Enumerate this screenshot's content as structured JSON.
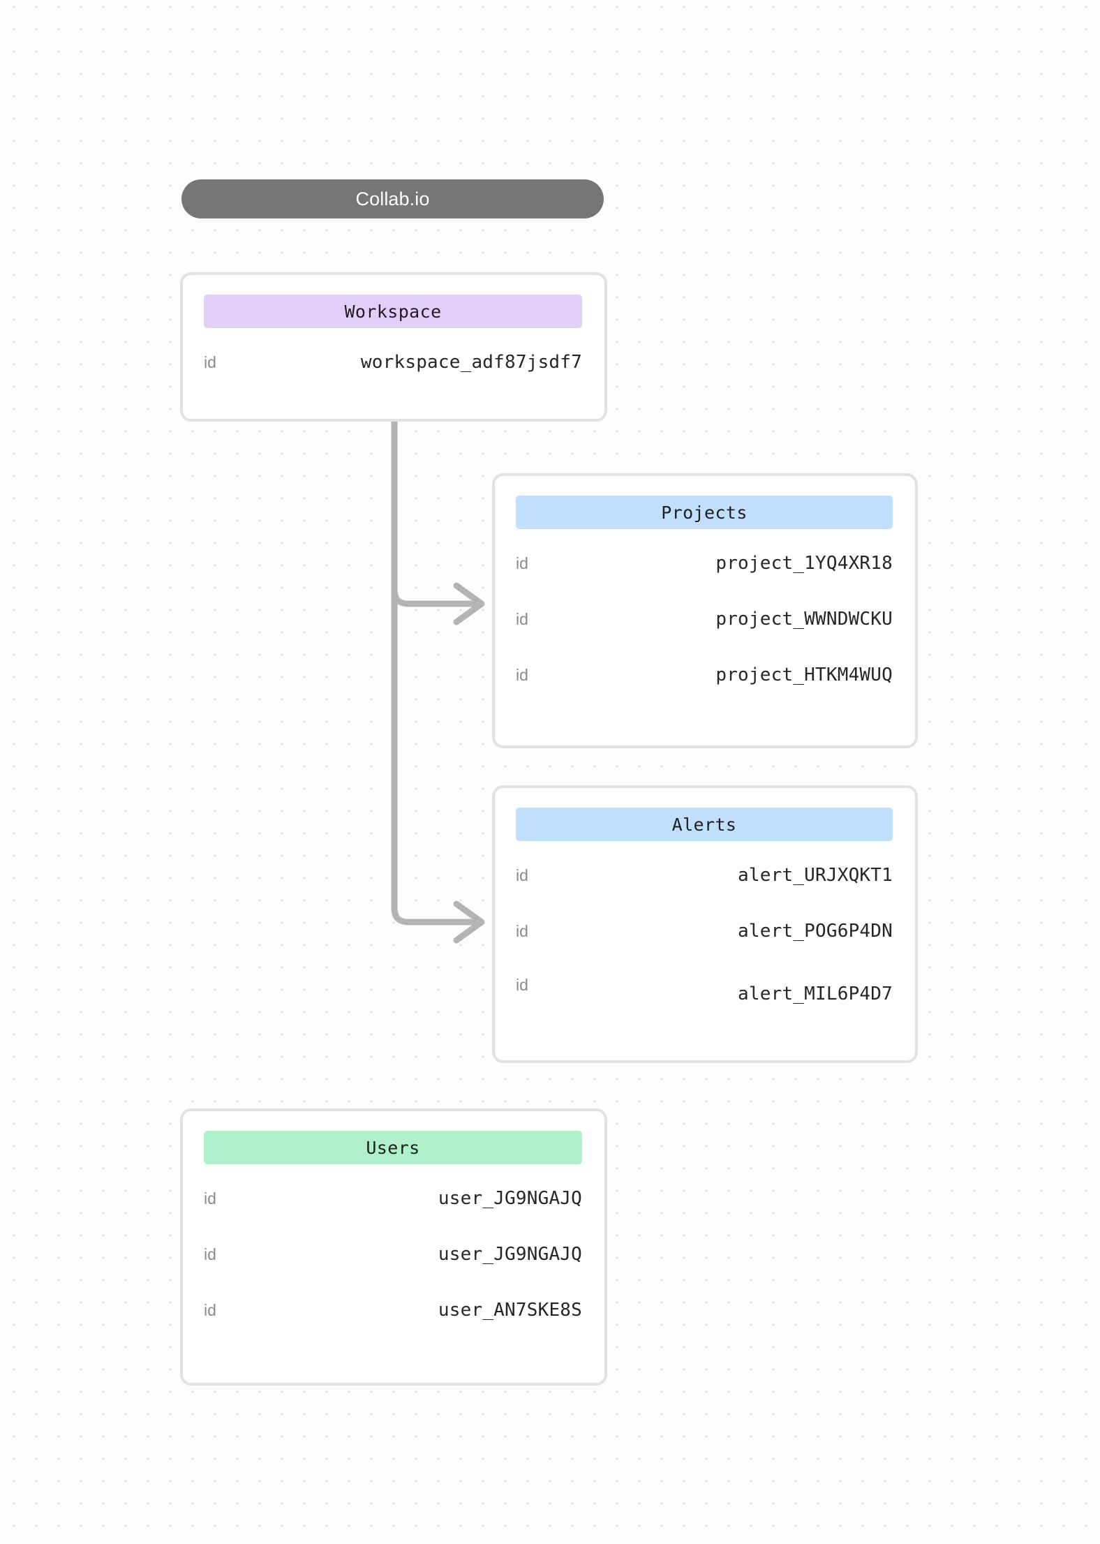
{
  "app": {
    "title": "Collab.io"
  },
  "diagram": {
    "entities": [
      {
        "name": "workspace",
        "title": "Workspace",
        "accent": "#e1cffa",
        "rows": [
          {
            "key": "id",
            "value": "workspace_adf87jsdf7"
          }
        ]
      },
      {
        "name": "projects",
        "title": "Projects",
        "accent": "#bfdffd",
        "rows": [
          {
            "key": "id",
            "value": "project_1YQ4XR18"
          },
          {
            "key": "id",
            "value": "project_WWNDWCKU"
          },
          {
            "key": "id",
            "value": "project_HTKM4WUQ"
          }
        ]
      },
      {
        "name": "alerts",
        "title": "Alerts",
        "accent": "#bfdffd",
        "rows": [
          {
            "key": "id",
            "value": "alert_URJXQKT1"
          },
          {
            "key": "id",
            "value": "alert_POG6P4DN"
          },
          {
            "key": "id",
            "value": "alert_MIL6P4D7"
          }
        ]
      },
      {
        "name": "users",
        "title": "Users",
        "accent": "#b0f0ca",
        "rows": [
          {
            "key": "id",
            "value": "user_JG9NGAJQ"
          },
          {
            "key": "id",
            "value": "user_JG9NGAJQ"
          },
          {
            "key": "id",
            "value": "user_AN7SKE8S"
          }
        ]
      }
    ],
    "connections": [
      {
        "from": "workspace",
        "to": "projects"
      },
      {
        "from": "workspace",
        "to": "alerts"
      }
    ],
    "connector_color": "#b4b4b4"
  }
}
